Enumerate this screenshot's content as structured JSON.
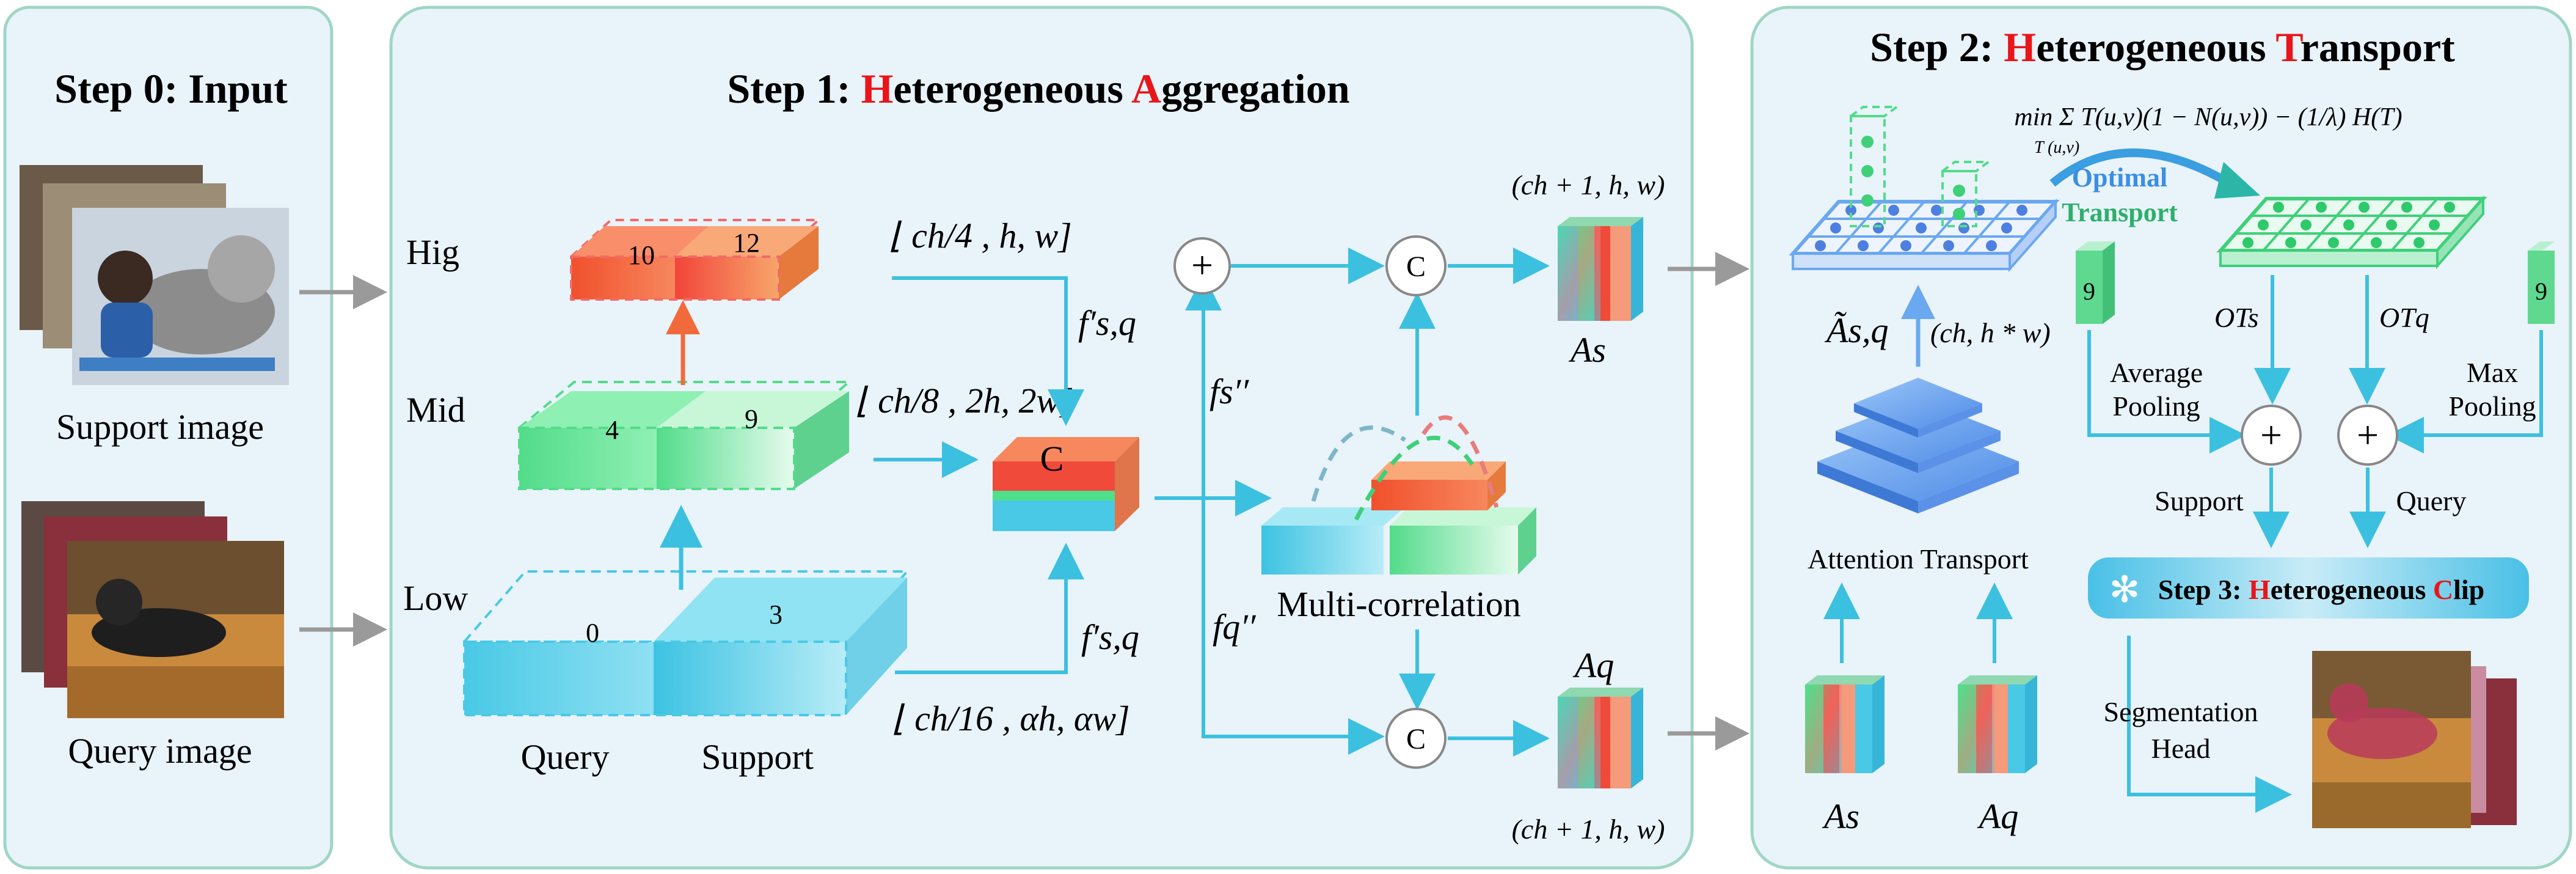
{
  "step0": {
    "title": "Step 0: Input",
    "support_label": "Support image",
    "query_label": "Query image"
  },
  "step1": {
    "title_prefix": "Step 1: ",
    "title_h": "H",
    "title_mid": "eterogeneous ",
    "title_a": "A",
    "title_end": "ggregation",
    "levels": {
      "high": "Hig",
      "mid": "Mid",
      "low": "Low"
    },
    "block_numbers": {
      "low_query": "0",
      "low_support": "3",
      "mid_query": "4",
      "mid_support": "9",
      "high_query": "10",
      "high_support": "12"
    },
    "dims": {
      "high": "⌊ ch/4 , h, w]",
      "mid": "⌊ ch/8 , 2h, 2w]",
      "low": "⌊ ch/16 , αh, αw]"
    },
    "f_sq_top": "f′s,q",
    "f_sq_bottom": "f′s,q",
    "f_s2": "fs′′",
    "f_q2": "fq′′",
    "concat": "C",
    "plus": "+",
    "multi_corr": "Multi-correlation",
    "query_label": "Query",
    "support_label": "Support",
    "out_dims_top": "(ch + 1, h, w)",
    "out_dims_bottom": "(ch + 1, h, w)",
    "A_s": "As",
    "A_q": "Aq"
  },
  "step2": {
    "title_prefix": "Step 2: ",
    "title_h": "H",
    "title_mid": "eterogeneous ",
    "title_t": "T",
    "title_end": "ransport",
    "formula": "min Σ T(u,v)(1 − N(u,v)) − (1/λ) H(T)",
    "formula_sub": "T   (u,v)",
    "ot_o": "O",
    "ot_1": "ptimal",
    "ot_t": "T",
    "ot_2": "ransport",
    "A_tilde": "Ãs,q",
    "dims": "(ch, h * w)",
    "attention": "Attention Transport",
    "A_s": "As",
    "A_q": "Aq",
    "nine": "9",
    "avg_pool": [
      "Average",
      "Pooling"
    ],
    "max_pool": [
      "Max",
      "Pooling"
    ],
    "OT_s": "OTs",
    "OT_q": "OTq",
    "support": "Support",
    "query": "Query",
    "step3_prefix": "Step 3:  ",
    "step3_h": "H",
    "step3_mid": "eterogeneous ",
    "step3_c": "C",
    "step3_end": "lip",
    "seg_head": [
      "Segmentation",
      "Head"
    ]
  },
  "colors": {
    "accent_red": "#e8161b",
    "accent_blue": "#3b8ee6",
    "arrow_cyan": "#3cc0e0",
    "panel_fill": "#e9f3fa",
    "panel_border": "#9fd6c4",
    "high_block": "#f4583a",
    "mid_block": "#52dc8a",
    "low_block": "#49c9e6"
  }
}
